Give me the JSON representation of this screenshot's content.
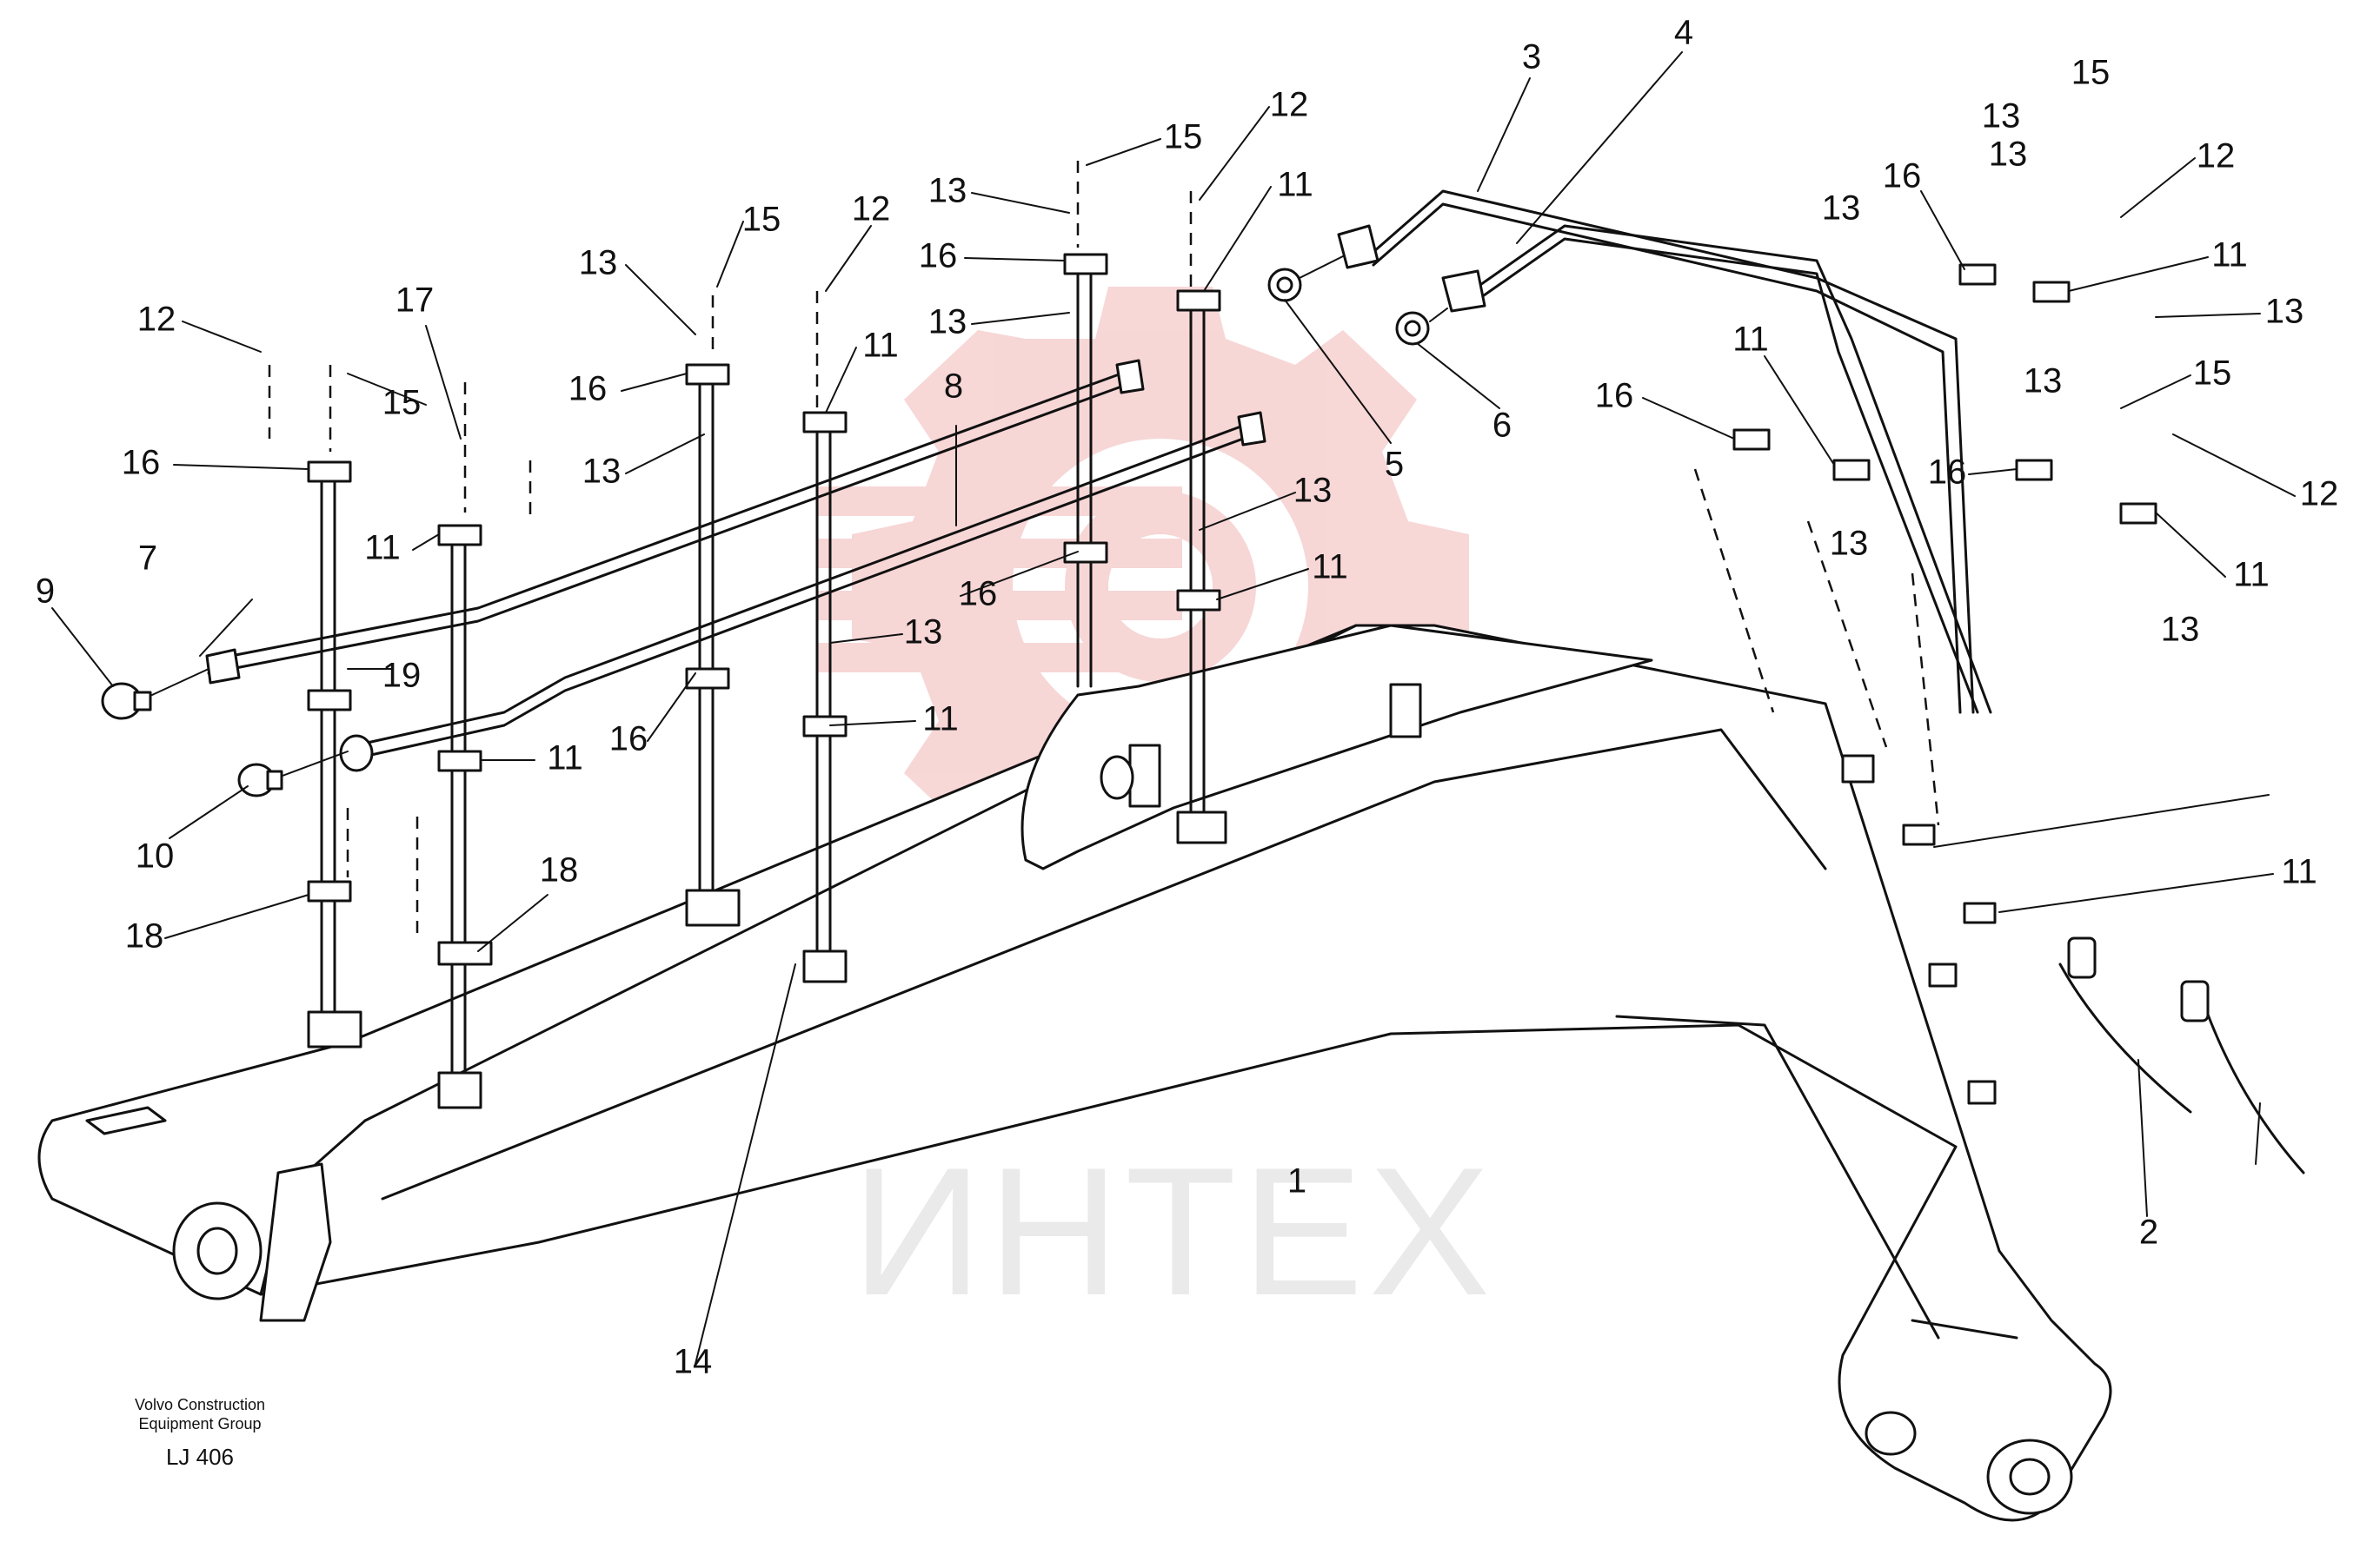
{
  "footer": {
    "company_line1": "Volvo Construction",
    "company_line2": "Equipment Group",
    "drawing_code": "LJ 406"
  },
  "watermark": {
    "text": "ИНТЕХ",
    "color": "#f2b6b6"
  },
  "callouts": {
    "c1": "1",
    "c2": "2",
    "c3": "3",
    "c4": "4",
    "c5": "5",
    "c6": "6",
    "c7": "7",
    "c8": "8",
    "c9": "9",
    "c10": "10",
    "c11a": "11",
    "c11b": "11",
    "c11c": "11",
    "c11d": "11",
    "c11e": "11",
    "c11f": "11",
    "c11g": "11",
    "c11h": "11",
    "c11i": "11",
    "c11j": "11",
    "c12a": "12",
    "c12b": "12",
    "c12c": "12",
    "c12d": "12",
    "c12e": "12",
    "c13a": "13",
    "c13b": "13",
    "c13c": "13",
    "c13d": "13",
    "c13e": "13",
    "c13f": "13",
    "c13g": "13",
    "c13h": "13",
    "c13i": "13",
    "c13j": "13",
    "c13k": "13",
    "c13l": "13",
    "c13m": "13",
    "c14": "14",
    "c15a": "15",
    "c15b": "15",
    "c15c": "15",
    "c15d": "15",
    "c15e": "15",
    "c16a": "16",
    "c16b": "16",
    "c16c": "16",
    "c16d": "16",
    "c16e": "16",
    "c16f": "16",
    "c16g": "16",
    "c16h": "16",
    "c17": "17",
    "c18a": "18",
    "c18b": "18",
    "c19": "19"
  }
}
